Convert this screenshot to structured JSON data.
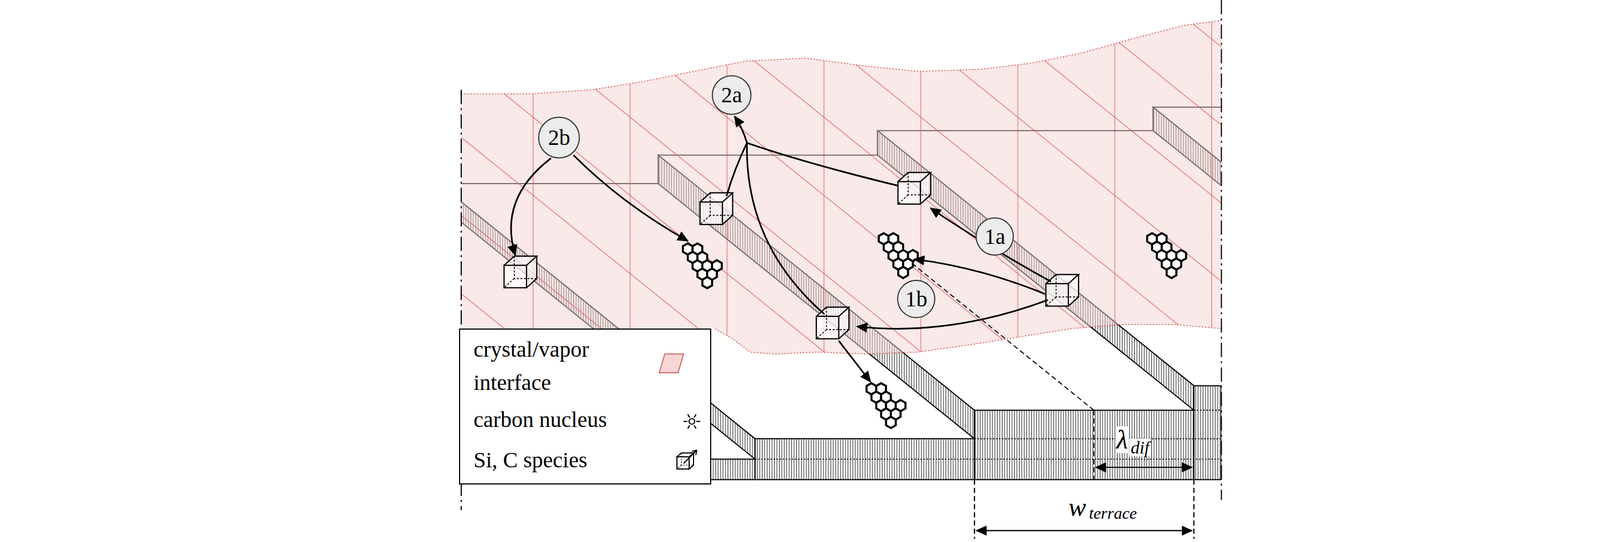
{
  "diagram": {
    "nodes": [
      {
        "text": [
          "2a"
        ]
      },
      {
        "text": [
          "2b"
        ]
      },
      {
        "text": [
          "1a"
        ]
      },
      {
        "text": [
          "1b"
        ]
      }
    ],
    "labels": [
      "λ",
      "dif",
      "w",
      "terrace"
    ],
    "legend": [
      {
        "text": "crystal/vapor interface",
        "color": "#f6d6d6"
      },
      {
        "text": "carbon nucleus"
      },
      {
        "text": "Si, C species"
      }
    ]
  }
}
